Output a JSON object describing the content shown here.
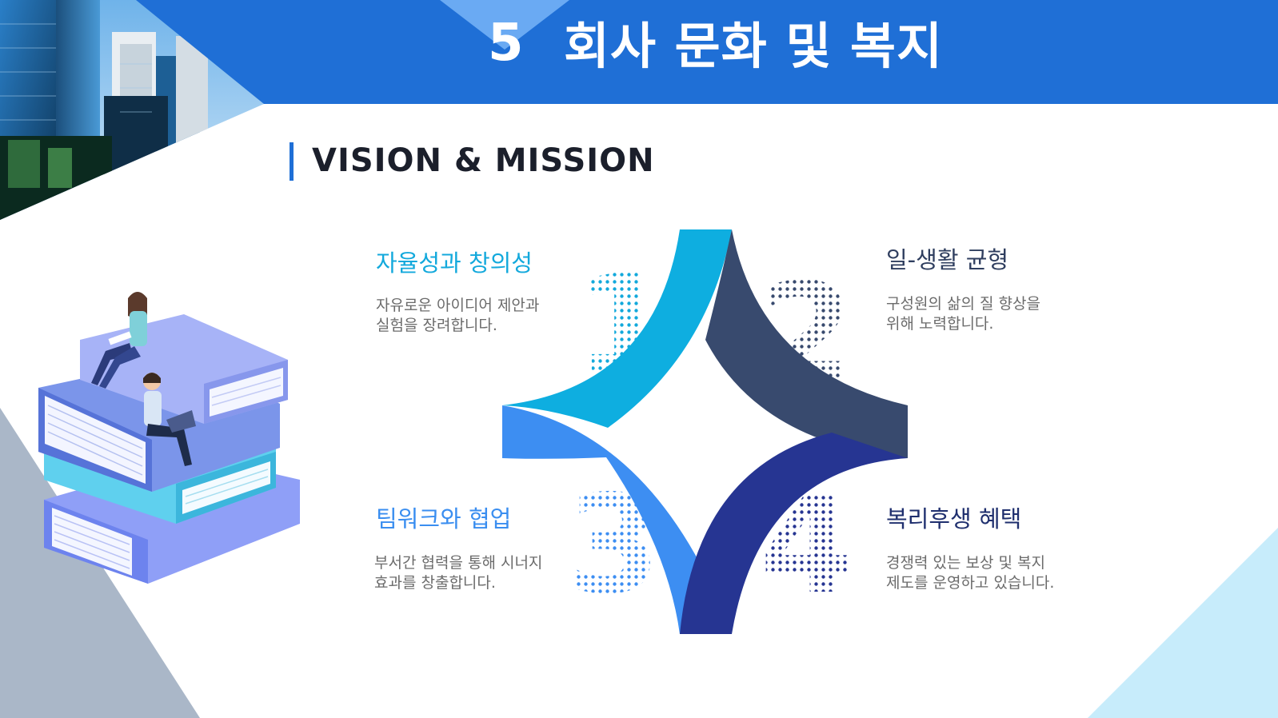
{
  "header": {
    "number": "5",
    "title": "회사 문화 및 복지"
  },
  "section": {
    "title": "VISION & MISSION"
  },
  "items": [
    {
      "number": "1",
      "title": "자율성과 창의성",
      "desc_line1": "자유로운 아이디어 제안과",
      "desc_line2": "실험을 장려합니다."
    },
    {
      "number": "2",
      "title": "일-생활 균형",
      "desc_line1": "구성원의 삶의 질 향상을",
      "desc_line2": "위해 노력합니다."
    },
    {
      "number": "3",
      "title": "팀워크와 협업",
      "desc_line1": "부서간 협력을 통해 시너지",
      "desc_line2": "효과를 창출합니다."
    },
    {
      "number": "4",
      "title": "복리후생 혜택",
      "desc_line1": "경쟁력 있는 보상 및 복지",
      "desc_line2": "제도를 운영하고 있습니다."
    }
  ],
  "colors": {
    "header_blue": "#1f6fd6",
    "piece1": "#0eaee0",
    "piece2": "#384a6e",
    "piece3": "#3d8ef2",
    "piece4": "#263592"
  },
  "icons": {
    "illustration": "people-on-books-illustration",
    "photo": "office-building-photo"
  }
}
